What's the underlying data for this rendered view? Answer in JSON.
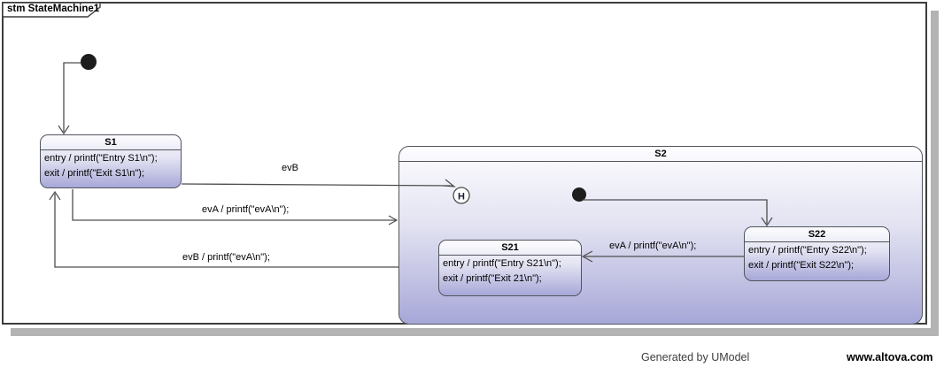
{
  "frame": {
    "title": "stm StateMachine1"
  },
  "states": {
    "s1": {
      "name": "S1",
      "entry": "entry / printf(\"Entry S1\\n\");",
      "exit": "exit / printf(\"Exit S1\\n\");"
    },
    "s2": {
      "name": "S2"
    },
    "s21": {
      "name": "S21",
      "entry": "entry / printf(\"Entry S21\\n\");",
      "exit": "exit / printf(\"Exit 21\\n\");"
    },
    "s22": {
      "name": "S22",
      "entry": "entry / printf(\"Entry S22\\n\");",
      "exit": "exit / printf(\"Exit S22\\n\");"
    }
  },
  "pseudostates": {
    "history_label": "H"
  },
  "transitions": {
    "s1_to_history_label": "evB",
    "s1_to_s2_label": "evA / printf(\"evA\\n\");",
    "s2_to_s1_label": "evB / printf(\"evA\\n\");",
    "s22_to_s21_label": "evA / printf(\"evA\\n\");"
  },
  "footer": {
    "generated": "Generated by UModel",
    "site": "www.altova.com"
  },
  "colors": {
    "state_gradient_top": "#fdfdff",
    "state_gradient_bottom": "#a7a7d8",
    "state_border": "#50555b",
    "transition_line": "#4d4d4d",
    "frame_border": "#3c3c3c",
    "shadow": "#b3b3b3",
    "background": "#ffffff"
  }
}
